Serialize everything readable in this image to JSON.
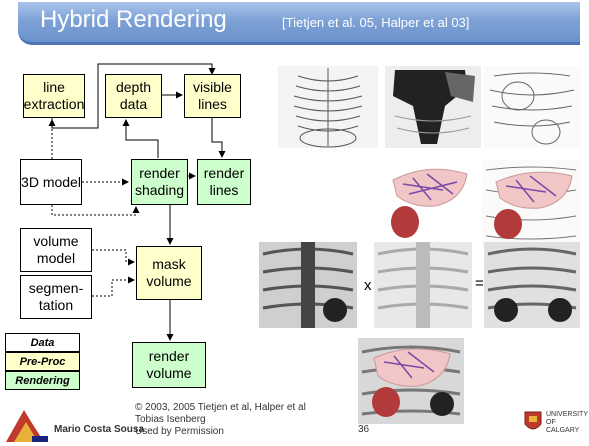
{
  "title": "Hybrid Rendering",
  "citation": "[Tietjen et al. 05, Halper et al 03]",
  "boxes": {
    "line_extraction": "line extraction",
    "depth_data": "depth data",
    "visible_lines": "visible lines",
    "model_3d": "3D model",
    "render_shading": "render shading",
    "render_lines": "render lines",
    "volume_model": "volume model",
    "segmentation": "segmen-tation",
    "mask_volume": "mask volume",
    "render_volume": "render volume"
  },
  "legend": {
    "data": "Data",
    "preproc": "Pre-Proc",
    "rendering": "Rendering"
  },
  "operators": {
    "times": "x",
    "equals": "="
  },
  "footer": {
    "author": "Mario Costa Sousa",
    "copyright": "© 2003, 2005 Tietjen et al, Halper et al",
    "tobias": "Tobias Isenberg",
    "permission": "Used by Permission",
    "page": "36",
    "university_line1": "UNIVERSITY OF",
    "university_line2": "CALGARY"
  },
  "colors": {
    "preproc": "#ffffcc",
    "rendering": "#ccffcc",
    "data": "#ffffff",
    "title_band": "#7ea2d6"
  }
}
